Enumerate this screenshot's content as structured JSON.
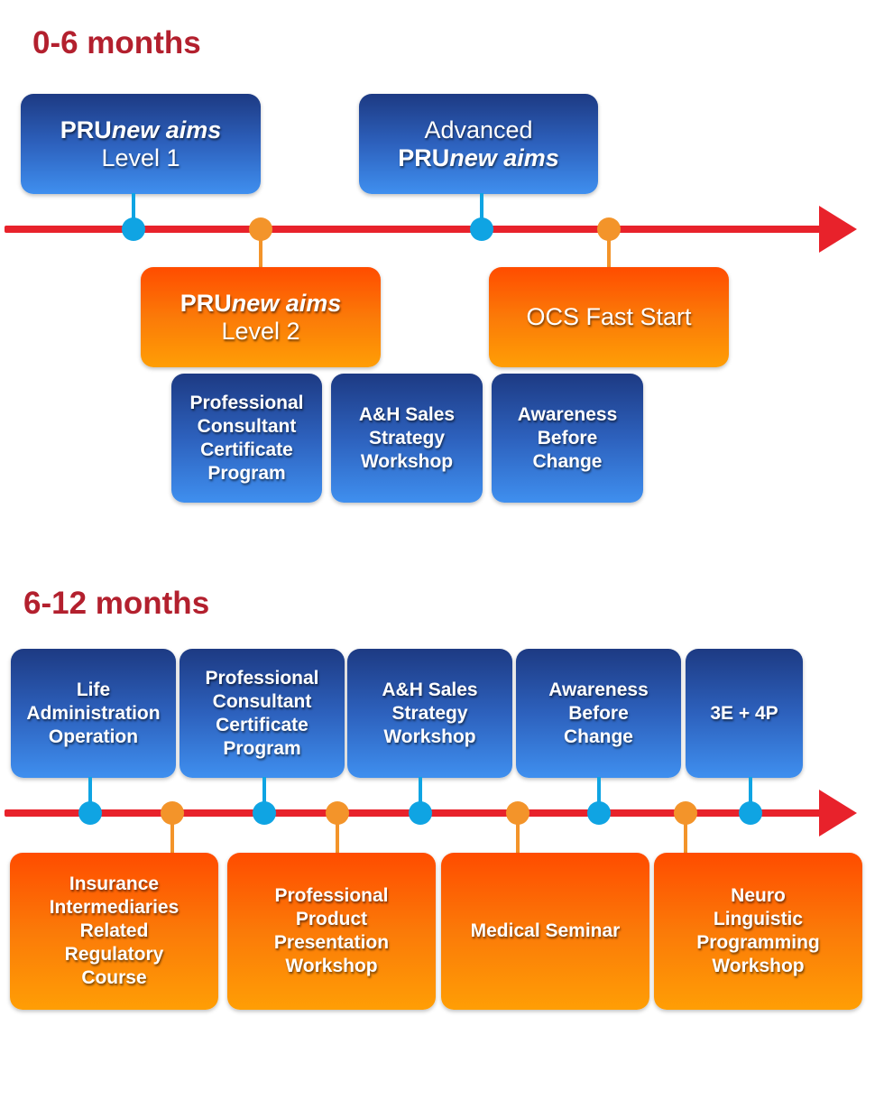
{
  "sections": [
    {
      "title": "0-6 months",
      "top_boxes": [
        {
          "lines": [
            [
              "PRU",
              "new aims"
            ],
            "Level 1"
          ]
        },
        {
          "lines": [
            "Advanced",
            [
              "PRU",
              "new aims"
            ]
          ]
        }
      ],
      "bottom_boxes": [
        {
          "lines": [
            [
              "PRU",
              "new aims"
            ],
            "Level 2"
          ]
        },
        {
          "lines": [
            "OCS Fast Start"
          ]
        }
      ],
      "sub_boxes": [
        {
          "lines": [
            "Professional",
            "Consultant",
            "Certificate",
            "Program"
          ]
        },
        {
          "lines": [
            "A&H Sales",
            "Strategy",
            "Workshop"
          ]
        },
        {
          "lines": [
            "Awareness",
            "Before",
            "Change"
          ]
        }
      ]
    },
    {
      "title": "6-12 months",
      "top_boxes": [
        {
          "lines": [
            "Life",
            "Administration",
            "Operation"
          ]
        },
        {
          "lines": [
            "Professional",
            "Consultant",
            "Certificate",
            "Program"
          ]
        },
        {
          "lines": [
            "A&H Sales",
            "Strategy",
            "Workshop"
          ]
        },
        {
          "lines": [
            "Awareness",
            "Before",
            "Change"
          ]
        },
        {
          "lines": [
            "3E + 4P"
          ]
        }
      ],
      "bottom_boxes": [
        {
          "lines": [
            "Insurance",
            "Intermediaries",
            "Related",
            "Regulatory",
            "Course"
          ]
        },
        {
          "lines": [
            "Professional",
            "Product",
            "Presentation",
            "Workshop"
          ]
        },
        {
          "lines": [
            "Medical Seminar"
          ]
        },
        {
          "lines": [
            "Neuro",
            "Linguistic",
            "Programming",
            "Workshop"
          ]
        }
      ]
    }
  ],
  "colors": {
    "title": "#b3202e",
    "axis": "#e8222b",
    "blue_dot": "#0fa4e3",
    "orange_dot": "#f3942a",
    "blue_box_top": "#1d3a83",
    "blue_box_bottom": "#3f8fef",
    "orange_box_top": "#ff4c00",
    "orange_box_bottom": "#ff9e05"
  }
}
